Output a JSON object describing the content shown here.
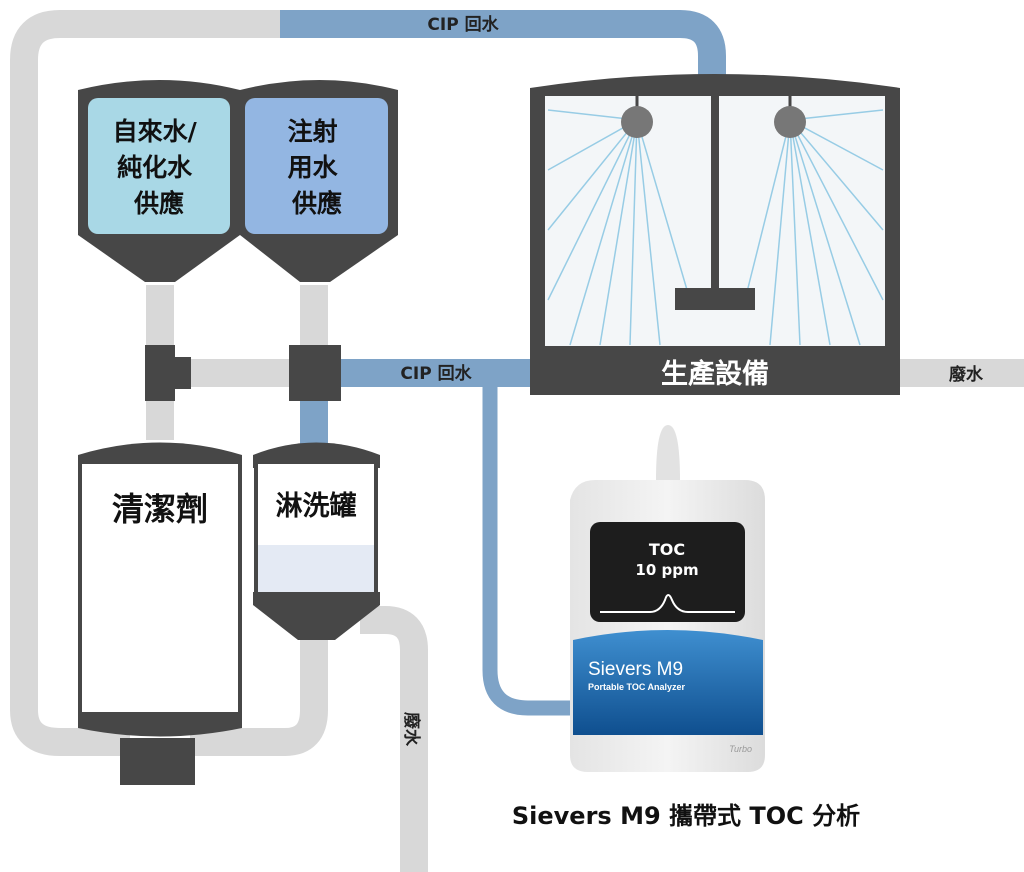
{
  "pipes": {
    "cip_return_top": "CIP 回水",
    "cip_return_mid": "CIP 回水",
    "waste_right": "廢水",
    "waste_bottom": "廢水"
  },
  "tanks": {
    "tap_water_lines": [
      "自來水/",
      "純化水",
      "供應"
    ],
    "wfi_lines": [
      "注射",
      "用水",
      "供應"
    ],
    "detergent": "清潔劑",
    "rinse_tank": "淋洗罐"
  },
  "equipment": {
    "label": "生產設備"
  },
  "analyzer": {
    "screen_title": "TOC",
    "screen_value": "10 ppm",
    "brand": "Sievers M9",
    "subtitle": "Portable TOC Analyzer",
    "badge": "Turbo"
  },
  "caption": "Sievers M9 攜帶式 TOC 分析",
  "colors": {
    "pipe_gray": "#dcdcdc",
    "pipe_blue": "#7ea3c7",
    "dark": "#474747",
    "tap_water": "#a9d8e6",
    "wfi": "#93b6e2",
    "analyzer_blue": "#1a6bb0"
  }
}
